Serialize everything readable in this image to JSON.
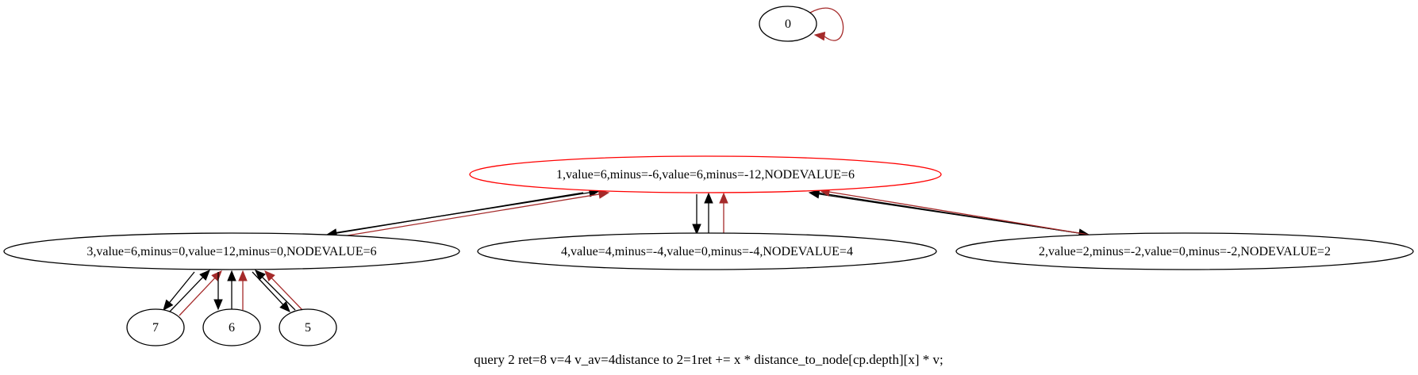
{
  "colors": {
    "edge_black": "#000000",
    "edge_red": "#a52a2a",
    "node_outline": "#000000",
    "highlight_outline": "#ff0000"
  },
  "graph": {
    "nodes": [
      {
        "id": "n0",
        "label": "0",
        "highlighted": false
      },
      {
        "id": "n1",
        "label": "1,value=6,minus=-6,value=6,minus=-12,NODEVALUE=6",
        "highlighted": true
      },
      {
        "id": "n3",
        "label": "3,value=6,minus=0,value=12,minus=0,NODEVALUE=6",
        "highlighted": false
      },
      {
        "id": "n4",
        "label": "4,value=4,minus=-4,value=0,minus=-4,NODEVALUE=4",
        "highlighted": false
      },
      {
        "id": "n2",
        "label": "2,value=2,minus=-2,value=0,minus=-2,NODEVALUE=2",
        "highlighted": false
      },
      {
        "id": "n7",
        "label": "7",
        "highlighted": false
      },
      {
        "id": "n6",
        "label": "6",
        "highlighted": false
      },
      {
        "id": "n5",
        "label": "5",
        "highlighted": false
      }
    ],
    "edges": [
      {
        "from": "n0",
        "to": "n0",
        "color": "red"
      },
      {
        "from": "n1",
        "to": "n3",
        "color": "black"
      },
      {
        "from": "n3",
        "to": "n1",
        "color": "black"
      },
      {
        "from": "n3",
        "to": "n1",
        "color": "red"
      },
      {
        "from": "n1",
        "to": "n4",
        "color": "black"
      },
      {
        "from": "n4",
        "to": "n1",
        "color": "black"
      },
      {
        "from": "n4",
        "to": "n1",
        "color": "red"
      },
      {
        "from": "n1",
        "to": "n2",
        "color": "black"
      },
      {
        "from": "n2",
        "to": "n1",
        "color": "black"
      },
      {
        "from": "n2",
        "to": "n1",
        "color": "red"
      },
      {
        "from": "n3",
        "to": "n7",
        "color": "black"
      },
      {
        "from": "n7",
        "to": "n3",
        "color": "black"
      },
      {
        "from": "n7",
        "to": "n3",
        "color": "red"
      },
      {
        "from": "n3",
        "to": "n6",
        "color": "black"
      },
      {
        "from": "n6",
        "to": "n3",
        "color": "black"
      },
      {
        "from": "n6",
        "to": "n3",
        "color": "red"
      },
      {
        "from": "n3",
        "to": "n5",
        "color": "black"
      },
      {
        "from": "n5",
        "to": "n3",
        "color": "black"
      },
      {
        "from": "n5",
        "to": "n3",
        "color": "red"
      }
    ],
    "caption": "query 2 ret=8 v=4 v_av=4distance to 2=1ret += x * distance_to_node[cp.depth][x] * v;"
  }
}
